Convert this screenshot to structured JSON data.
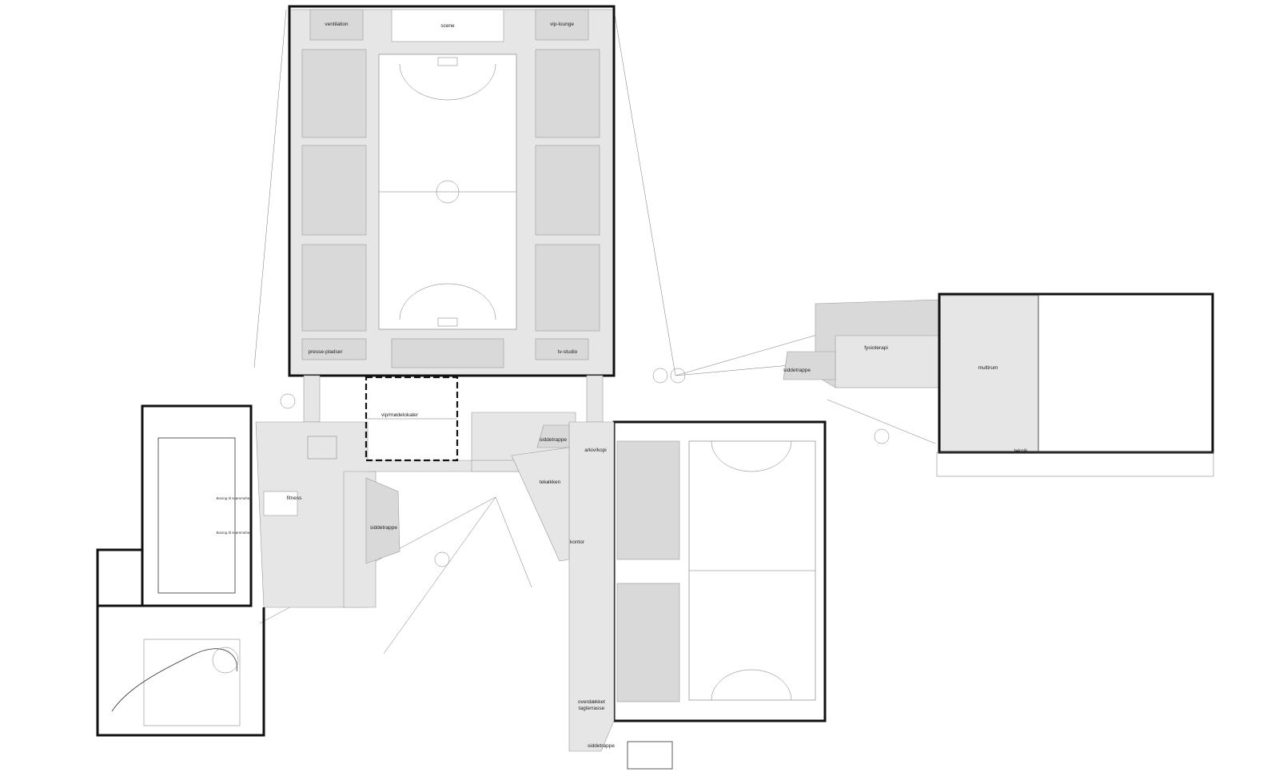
{
  "labels": {
    "ventilation": "ventilation",
    "scene": "scene",
    "vip_lounge": "vip-lounge",
    "presse": "presse-pladser",
    "tv_studio": "tv-studio",
    "vip_modelokaler": "vip/mødelokaler",
    "fitness": "fitness",
    "siddetrappe_a": "siddetrappe",
    "siddetrappe_b": "siddetrappe",
    "siddetrappe_c": "siddetrappe",
    "siddetrappe_d": "siddetrappe",
    "arkiv_kopi": "arkiv/kopi",
    "tekokken": "tekøkken",
    "kontor": "kontor",
    "overdaekket_tagterrasse_1": "overdækket",
    "overdaekket_tagterrasse_2": "tagterrasse",
    "fysioterapi": "fysioterapi",
    "multirum": "multirum",
    "teknik": "teknik",
    "boxing_1": "Boxing til svømmehal",
    "boxing_2": "Boxing til svømmehal"
  }
}
